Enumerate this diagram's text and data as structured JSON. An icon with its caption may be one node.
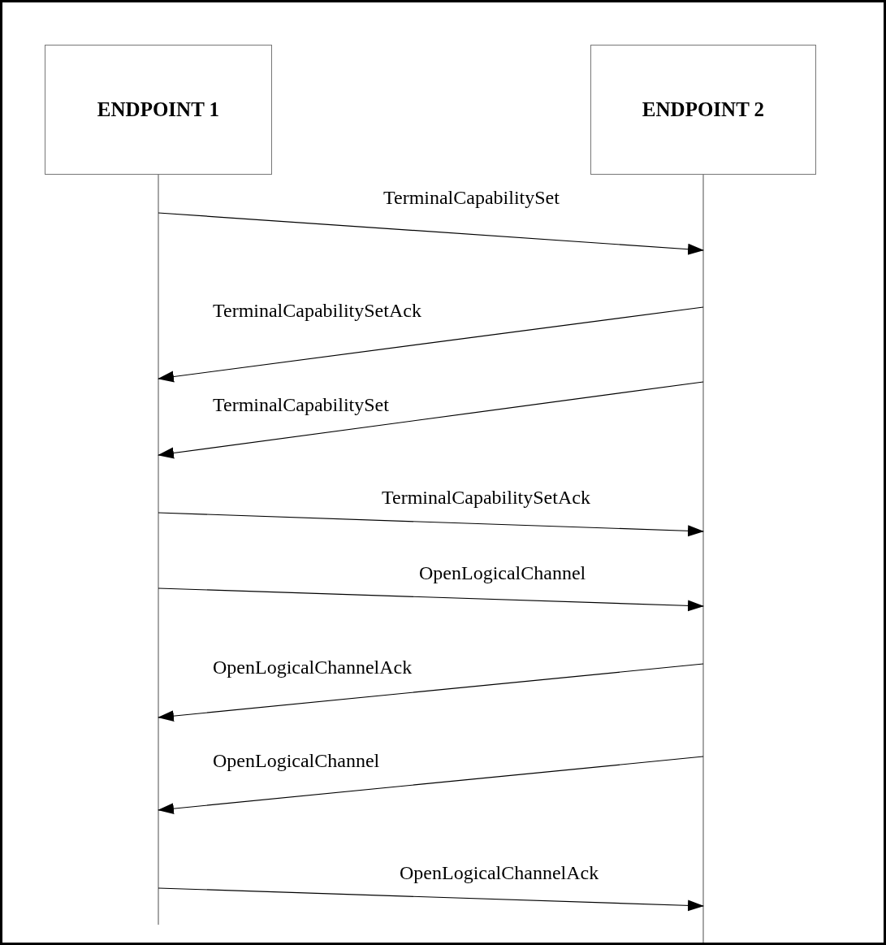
{
  "diagram": {
    "nodes": [
      {
        "text": [
          "ENDPOINT 1"
        ]
      },
      {
        "text": [
          "ENDPOINT 2"
        ]
      }
    ],
    "edges": [
      {
        "from": 0,
        "to": 1,
        "arrow": "to",
        "label": "TerminalCapabilitySet"
      },
      {
        "from": 1,
        "to": 0,
        "arrow": "to",
        "label": "TerminalCapabilitySetAck"
      },
      {
        "from": 1,
        "to": 0,
        "arrow": "to",
        "label": "TerminalCapabilitySet"
      },
      {
        "from": 0,
        "to": 1,
        "arrow": "to",
        "label": "TerminalCapabilitySetAck"
      },
      {
        "from": 0,
        "to": 1,
        "arrow": "to",
        "label": "OpenLogicalChannel"
      },
      {
        "from": 1,
        "to": 0,
        "arrow": "to",
        "label": "OpenLogicalChannelAck"
      },
      {
        "from": 1,
        "to": 0,
        "arrow": "to",
        "label": "OpenLogicalChannel"
      },
      {
        "from": 0,
        "to": 1,
        "arrow": "to",
        "label": "OpenLogicalChannelAck"
      }
    ]
  }
}
